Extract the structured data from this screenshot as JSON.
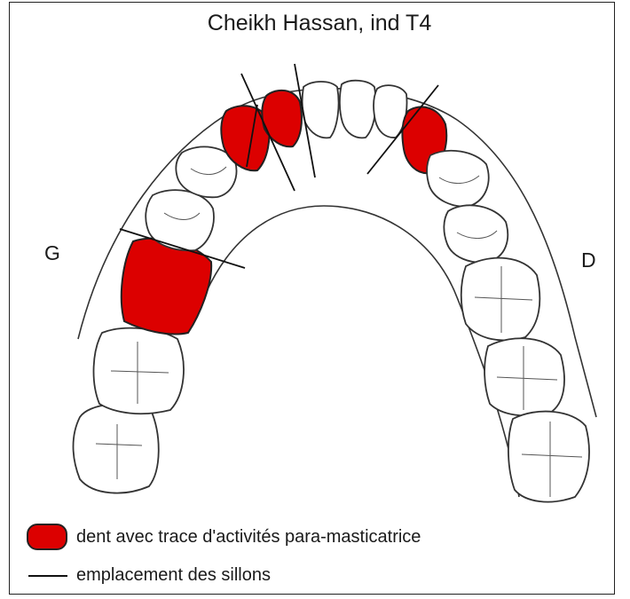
{
  "title": "Cheikh Hassan, ind T4",
  "side_labels": {
    "left": "G",
    "right": "D"
  },
  "legend": {
    "marked_tooth": "dent avec trace d'activités para-masticatrice",
    "groove_line": "emplacement des sillons"
  },
  "colors": {
    "marked": "#dc0000",
    "outline": "#333333"
  }
}
